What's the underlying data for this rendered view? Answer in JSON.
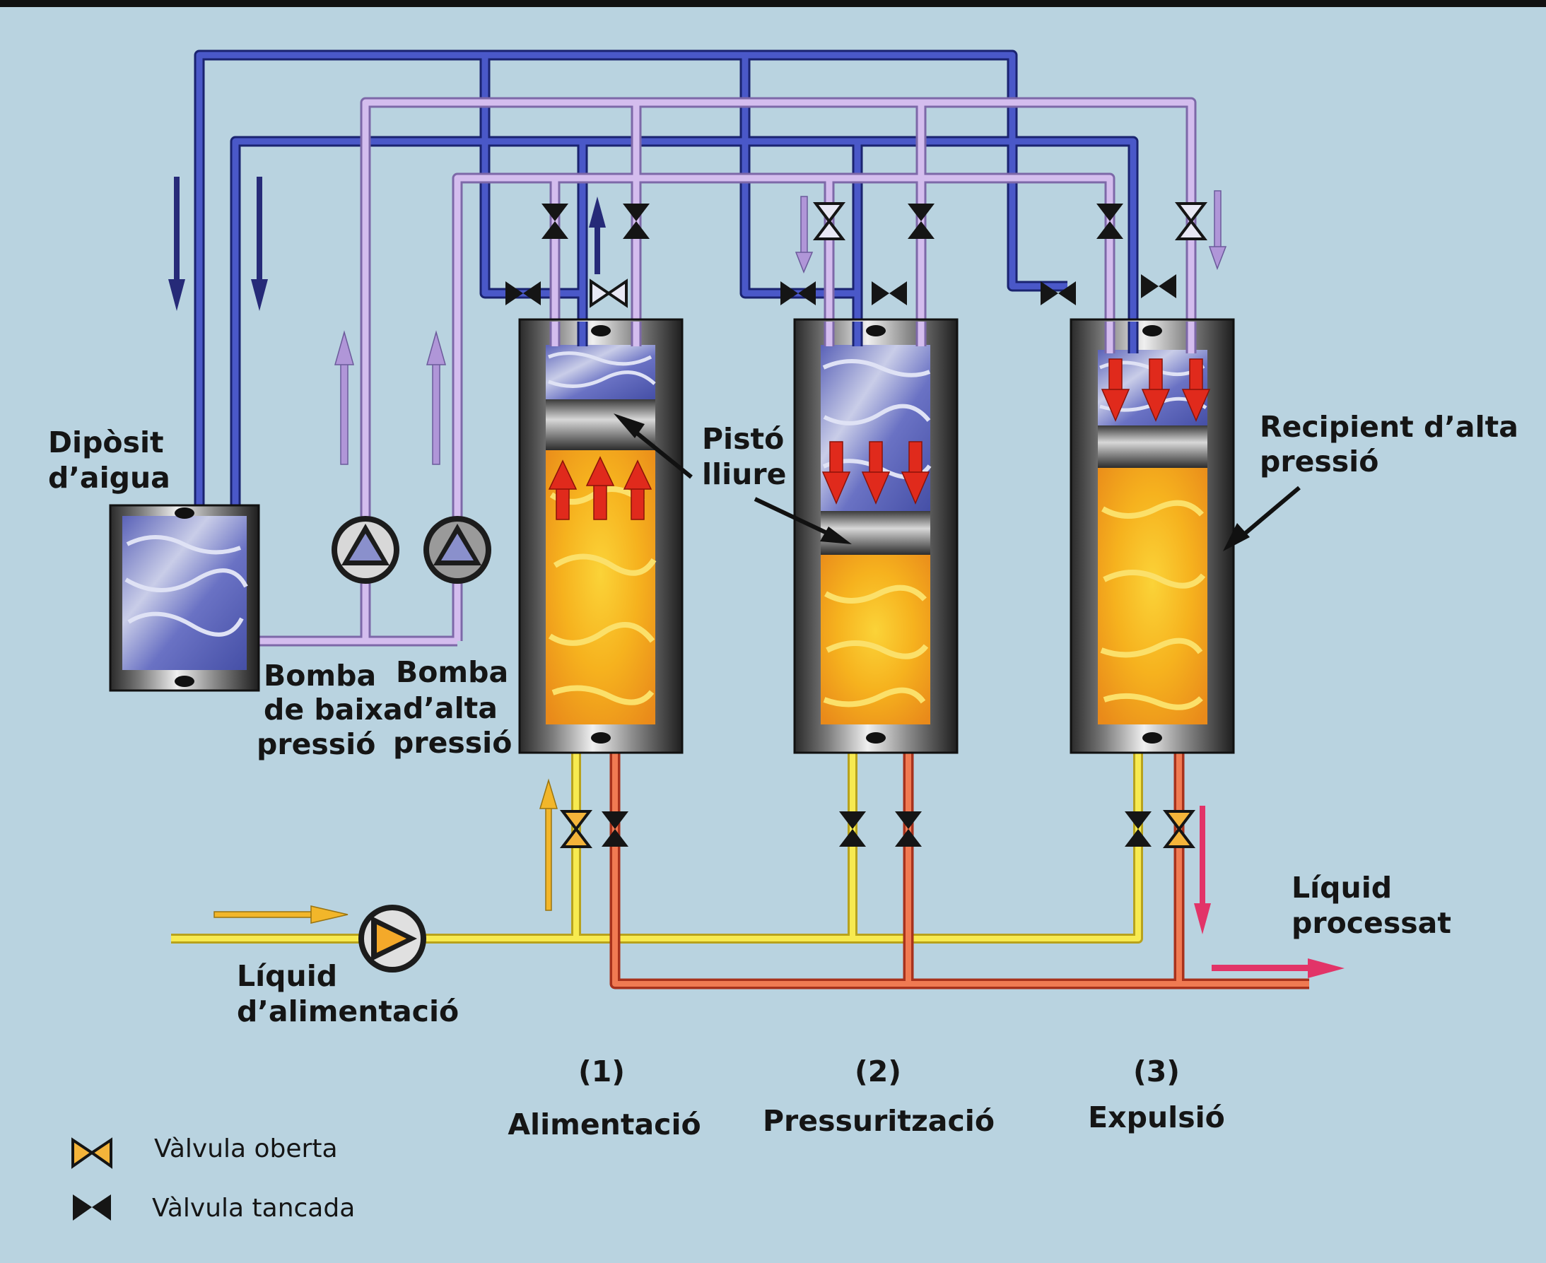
{
  "labels": {
    "water_tank": [
      "Dipòsit",
      "d’aigua"
    ],
    "low_pump": [
      "Bomba",
      "de baixa",
      "pressió"
    ],
    "high_pump": [
      "Bomba",
      "d’alta",
      "pressió"
    ],
    "free_piston": [
      "Pistó",
      "lliure"
    ],
    "vessel": [
      "Recipient d’alta",
      "pressió"
    ],
    "feed": [
      "Líquid",
      "d’alimentació"
    ],
    "processed": [
      "Líquid",
      "processat"
    ]
  },
  "stages": [
    {
      "number": "(1)",
      "name": "Alimentació"
    },
    {
      "number": "(2)",
      "name": "Pressurització"
    },
    {
      "number": "(3)",
      "name": "Expulsió"
    }
  ],
  "legend": {
    "open": "Vàlvula oberta",
    "closed": "Vàlvula tancada"
  },
  "colors": {
    "background": "#b9d3e0",
    "water_pipe": "#3a48b8",
    "pressure_pipe": "#c6a8e0",
    "feed_pipe": "#f4e43c",
    "product_pipe": "#e2603e",
    "product": "#f4b21c",
    "water": "#6e78c8",
    "closed_valve": "#151515",
    "open_valve": "#f4b43a",
    "force_arrow": "#e02a1c"
  }
}
